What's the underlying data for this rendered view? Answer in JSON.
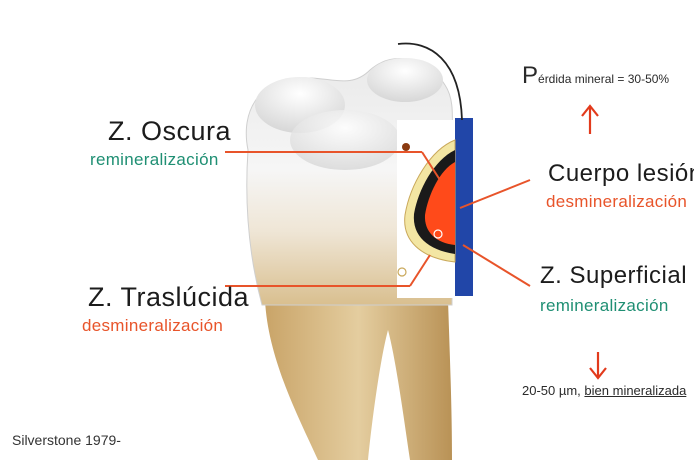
{
  "labels": {
    "oscura": {
      "title": "Z. Oscura",
      "sub": "remineralización"
    },
    "traslucida": {
      "title": "Z. Traslúcida",
      "sub": "desmineralización"
    },
    "cuerpo": {
      "title": "Cuerpo lesión",
      "sub": "desmineralización"
    },
    "superficial": {
      "title": "Z. Superficial",
      "sub": "remineralización"
    }
  },
  "perdida": {
    "big_letter": "P",
    "text": "érdida mineral = 30-50%"
  },
  "superficial_note": {
    "prefix": "20-50 µm,",
    "underlined": "bien mineralizada"
  },
  "citation": "Silverstone 1979-",
  "colors": {
    "green": "#1f8f73",
    "orange": "#e8542a",
    "arrow_red": "#e23a1c",
    "enamel_blue": "#2146a8"
  }
}
